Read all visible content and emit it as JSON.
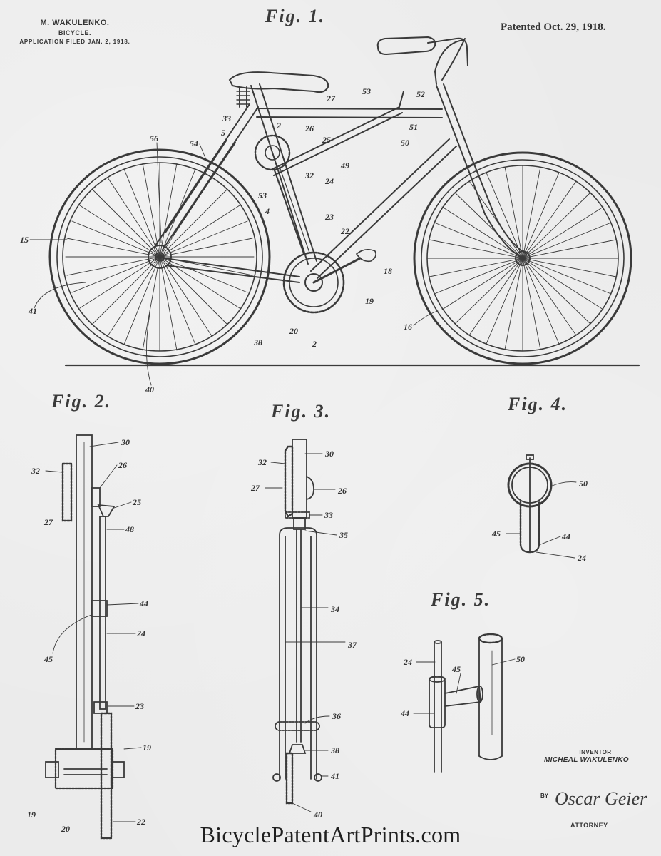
{
  "header": {
    "inventor": "M. WAKULENKO.",
    "title": "BICYCLE.",
    "application": "APPLICATION FILED JAN. 2, 1918.",
    "patented": "Patented Oct. 29, 1918."
  },
  "figures": {
    "fig1": {
      "label": "Fig. 1.",
      "refs": [
        "53",
        "52",
        "51",
        "50",
        "49",
        "25",
        "26",
        "27",
        "33",
        "5",
        "2",
        "54",
        "56",
        "32",
        "53",
        "4",
        "24",
        "23",
        "22",
        "18",
        "19",
        "2",
        "20",
        "38",
        "41",
        "15",
        "40",
        "16"
      ]
    },
    "fig2": {
      "label": "Fig. 2.",
      "refs": [
        "30",
        "32",
        "26",
        "25",
        "27",
        "48",
        "44",
        "45",
        "24",
        "23",
        "19",
        "19",
        "20",
        "22"
      ]
    },
    "fig3": {
      "label": "Fig. 3.",
      "refs": [
        "30",
        "32",
        "27",
        "26",
        "33",
        "35",
        "34",
        "37",
        "36",
        "38",
        "41",
        "40"
      ]
    },
    "fig4": {
      "label": "Fig. 4.",
      "refs": [
        "50",
        "45",
        "44",
        "24"
      ]
    },
    "fig5": {
      "label": "Fig. 5.",
      "refs": [
        "24",
        "45",
        "50",
        "44"
      ]
    }
  },
  "signature": {
    "inventor_label": "INVENTOR",
    "inventor_name": "MICHEAL WAKULENKO",
    "by_label": "BY",
    "attorney_signature": "Oscar Geier",
    "attorney_label": "ATTORNEY"
  },
  "watermark": "BicyclePatentArtPrints.com"
}
